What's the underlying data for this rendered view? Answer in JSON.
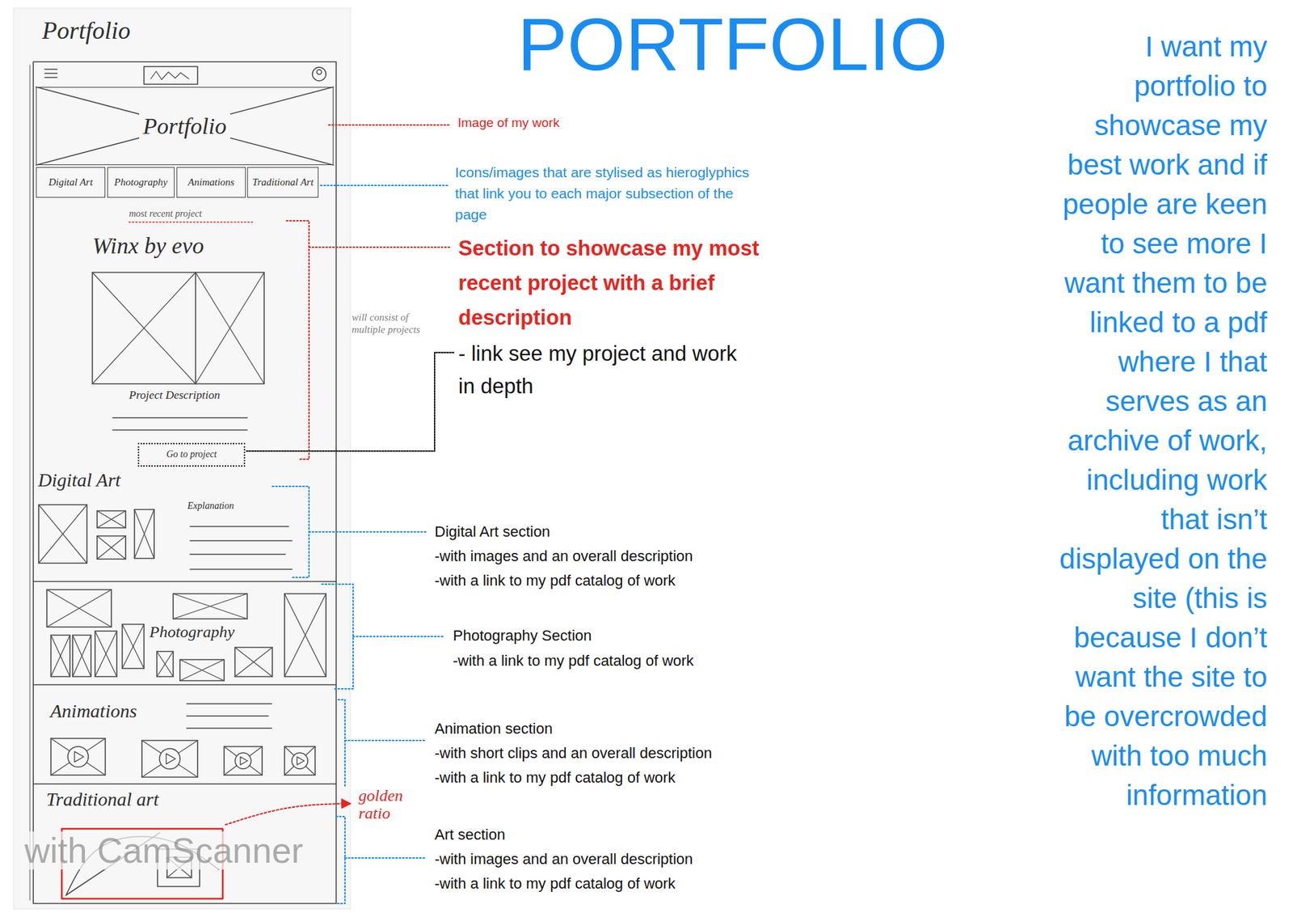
{
  "diagram": {
    "title": "PORTFOLIO",
    "nodes": [
      {
        "text": [
          "Portfolio"
        ]
      },
      {
        "text": [
          "Digital Art"
        ]
      },
      {
        "text": [
          "Photography"
        ]
      },
      {
        "text": [
          "Animations"
        ]
      },
      {
        "text": [
          "Traditional Art"
        ]
      },
      {
        "text": [
          "Go to project"
        ]
      }
    ],
    "labels": [
      "Portfolio",
      "most recent project",
      "Winx by evo",
      "will consist of multiple projects",
      "Project Description",
      "Digital Art",
      "Explanation",
      "Photography",
      "Animations",
      "Traditional art",
      "golden ratio",
      "with CamScanner",
      "Image of my work",
      "Icons/images that are stylised as hieroglyphics that link you to each major subsection of the page",
      "Section to showcase my most recent project with a brief description",
      "- link see my project and work in depth",
      "Digital Art section",
      "-with images and an overall description",
      "-with a link to my pdf catalog of work",
      "Photography Section",
      "-with a link to my pdf catalog of work",
      "Animation section",
      "-with short clips and an overall description",
      "-with a link to my pdf catalog of work",
      "Art section",
      "-with images and an overall description",
      "-with a link to my pdf catalog of work",
      "I want my portfolio to showcase my best work and if people are keen to see more I want them to be linked to a pdf where I that serves as an archive of work, including work that isn’t displayed on the site (this is because I don’t want the site to be overcrowded with too much information"
    ]
  }
}
